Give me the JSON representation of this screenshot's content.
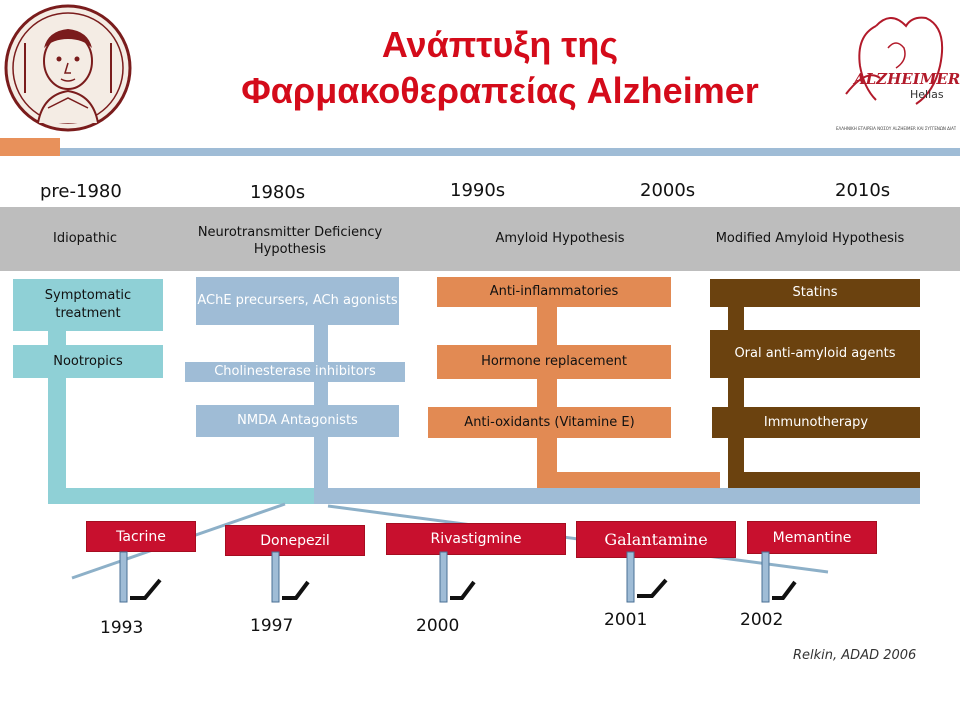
{
  "header": {
    "title_line1": "Ανάπτυξη της",
    "title_line2": "Φαρμακοθεραπείας Alzheimer",
    "logo_right_text": "Hellas",
    "logo_right_caption": "ΕΛΛΗΝΙΚΗ ΕΤΑΙΡΕΙΑ ΝΟΣΟΥ ALZHEIMER ΚΑΙ ΣΥΓΓΕΝΩΝ ΔΙΑΤΑΡΑΧΩΝ",
    "logo_right_wordmark": "ALZHEIMER"
  },
  "eras": [
    "pre-1980",
    "1980s",
    "1990s",
    "2000s",
    "2010s"
  ],
  "hypotheses": [
    "Idiopathic",
    "Neurotransmitter Deficiency Hypothesis",
    "Amyloid Hypothesis",
    "Modified Amyloid Hypothesis"
  ],
  "therapies": {
    "idiopathic": [
      "Symptomatic treatment",
      "Nootropics"
    ],
    "neurotransmitter": [
      "AChE precursers, ACh agonists",
      "Cholinesterase inhibitors",
      "NMDA Antagonists"
    ],
    "amyloid": [
      "Anti-inflammatories",
      "Hormone replacement",
      "Anti-oxidants (Vitamine  E)"
    ],
    "modified_amyloid": [
      "Statins",
      "Oral anti-amyloid agents",
      "Immunotherapy"
    ]
  },
  "drugs": [
    {
      "name": "Tacrine",
      "year": "1993"
    },
    {
      "name": "Donepezil",
      "year": "1997"
    },
    {
      "name": "Rivastigmine",
      "year": "2000"
    },
    {
      "name": "Galantamine",
      "year": "2001"
    },
    {
      "name": "Memantine",
      "year": "2002"
    }
  ],
  "citation": "Relkin, ADAD 2006",
  "colors": {
    "title": "#d40b1a",
    "teal": "#8fd0d6",
    "blue": "#9fbcd6",
    "orange": "#e28a53",
    "brown": "#6b420f",
    "drug": "#c8102e",
    "band": "#bdbdbd"
  }
}
